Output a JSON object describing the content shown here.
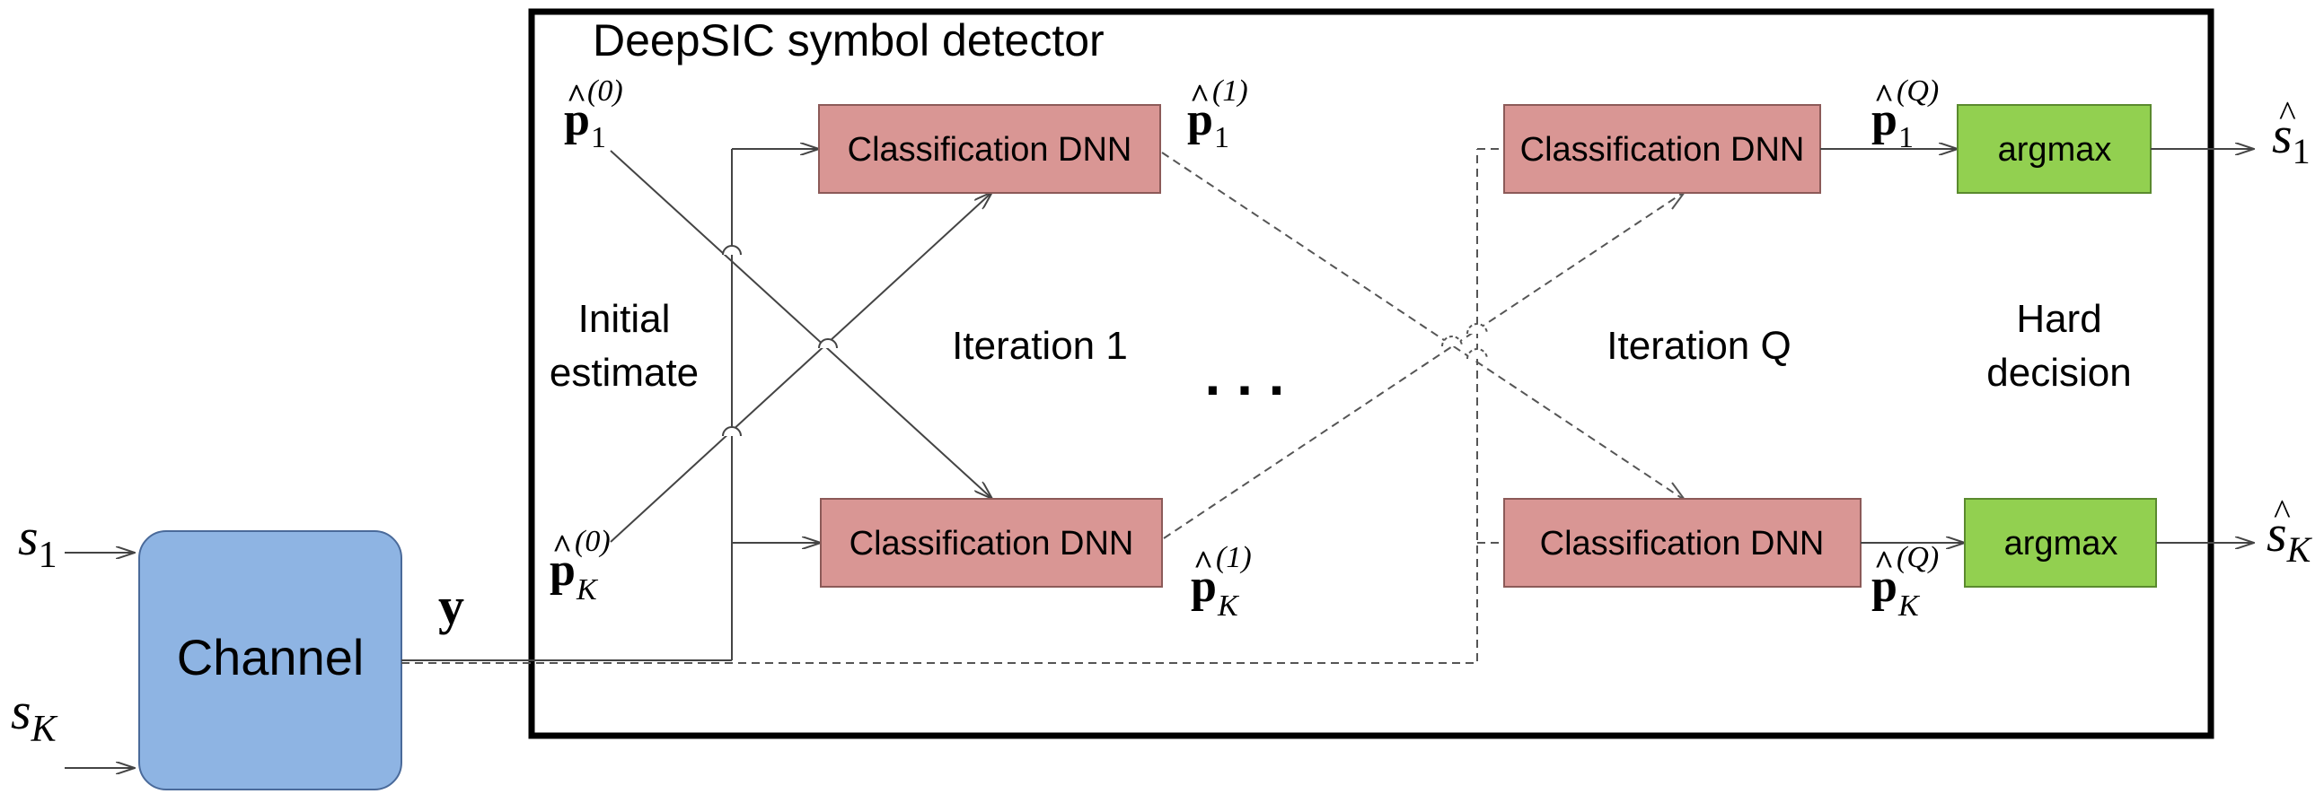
{
  "title": "DeepSIC symbol detector",
  "channel": {
    "label": "Channel",
    "color": "#8eb4e3"
  },
  "inputs": {
    "s1": {
      "base": "s",
      "sub": "1"
    },
    "sK": {
      "base": "s",
      "sub": "K"
    }
  },
  "received": "y",
  "stages": {
    "initial": [
      "Initial",
      "estimate"
    ],
    "iteration1": "Iteration 1",
    "iterationQ": "Iteration Q",
    "hard": [
      "Hard",
      "decision"
    ],
    "ellipsis": ". . ."
  },
  "blocks": {
    "dnn_label": "Classification DNN",
    "dnn_color": "#d99694",
    "argmax_label": "argmax",
    "argmax_color": "#92d050"
  },
  "estimates": {
    "base": "p",
    "p1_0": {
      "sub": "1",
      "sup": "(0)"
    },
    "pK_0": {
      "sub": "K",
      "sup": "(0)"
    },
    "p1_1": {
      "sub": "1",
      "sup": "(1)"
    },
    "pK_1": {
      "sub": "K",
      "sup": "(1)"
    },
    "p1_Q": {
      "sub": "1",
      "sup": "(Q)"
    },
    "pK_Q": {
      "sub": "K",
      "sup": "(Q)"
    }
  },
  "outputs": {
    "s1_hat": {
      "base": "s",
      "sub": "1"
    },
    "sK_hat": {
      "base": "s",
      "sub": "K"
    }
  }
}
